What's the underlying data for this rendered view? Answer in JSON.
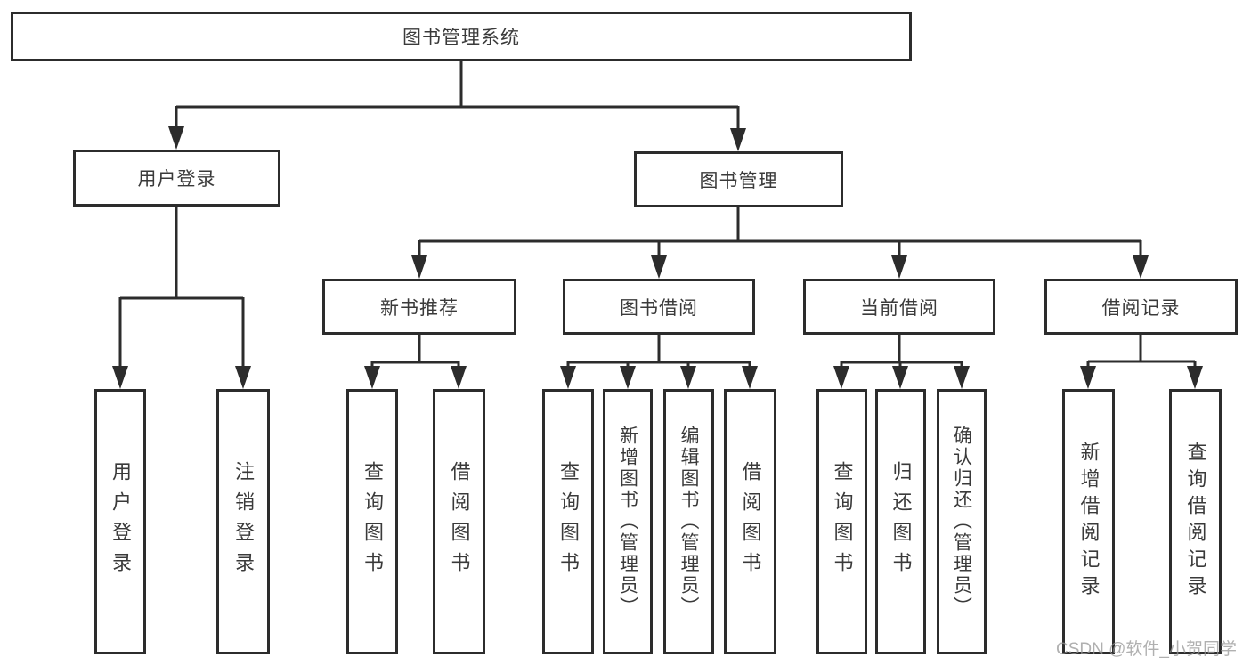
{
  "nodes": {
    "root": "图书管理系统",
    "login": "用户登录",
    "manage": "图书管理",
    "l3": [
      "新书推荐",
      "图书借阅",
      "当前借阅",
      "借阅记录"
    ],
    "g1": [
      "用户登录",
      "注销登录"
    ],
    "g2": [
      "查询图书",
      "借阅图书"
    ],
    "g3": [
      "查询图书",
      "新增图书（管理员）",
      "编辑图书（管理员）",
      "借阅图书"
    ],
    "g4": [
      "查询图书",
      "归还图书",
      "确认归还（管理员）"
    ],
    "g5": [
      "新增借阅记录",
      "查询借阅记录"
    ]
  },
  "watermark": "CSDN @软件_小贺同学",
  "colors": {
    "line": "#2c2c2c",
    "box_border": "#2c2c2c",
    "box_background": "#ffffff",
    "text": "#3a3a3a",
    "watermark": "#bdbdbd"
  }
}
